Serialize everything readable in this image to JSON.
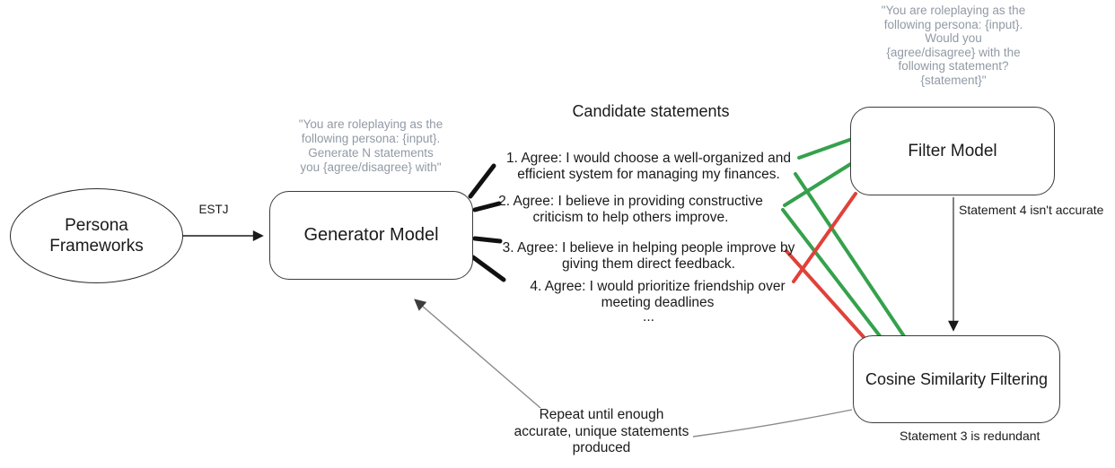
{
  "colors": {
    "green": "#35a14c",
    "red": "#e0413a",
    "black": "#1a1a1a",
    "gray_line": "#8a8a8a",
    "prompt_gray": "#919aa5"
  },
  "nodes": {
    "persona": {
      "label": "Persona\nFrameworks"
    },
    "generator": {
      "label": "Generator Model"
    },
    "filter": {
      "label": "Filter Model"
    },
    "cosine": {
      "label": "Cosine Similarity Filtering"
    }
  },
  "edges": {
    "estj_label": "ESTJ"
  },
  "prompts": {
    "generator": "\"You are roleplaying as the\nfollowing persona: {input}.\nGenerate N statements\nyou {agree/disagree} with\"",
    "filter": "\"You are roleplaying as the\nfollowing persona: {input}.\nWould you\n{agree/disagree} with the\nfollowing statement?\n{statement}\""
  },
  "statements": {
    "heading": "Candidate statements",
    "items": [
      {
        "text": "1. Agree: I would choose a well-organized and\nefficient system for managing my finances."
      },
      {
        "text": "2. Agree: I believe in providing constructive\ncriticism to help others improve."
      },
      {
        "text": "3. Agree: I believe in helping people improve by\ngiving them direct feedback."
      },
      {
        "text": "4. Agree: I would prioritize friendship over\nmeeting deadlines"
      }
    ],
    "ellipsis": "..."
  },
  "annotations": {
    "statement4": "Statement 4 isn't accurate",
    "statement3": "Statement 3 is redundant",
    "repeat": "Repeat until enough\naccurate, unique statements\nproduced"
  }
}
